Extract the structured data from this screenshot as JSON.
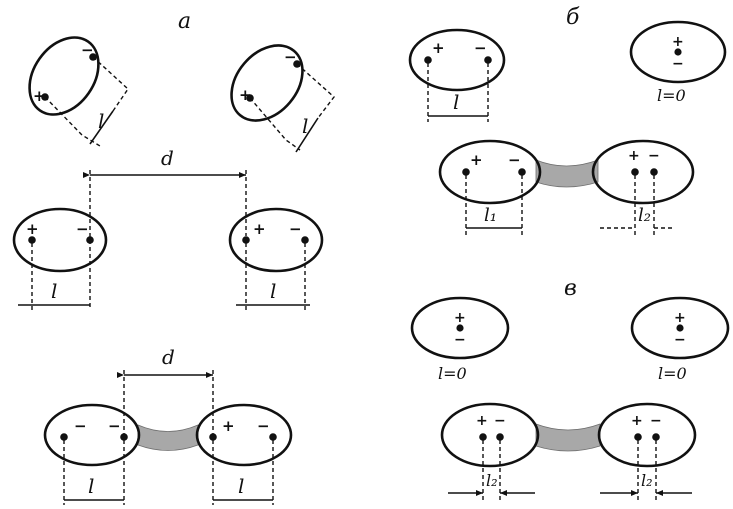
{
  "panels": {
    "a": {
      "label": "a"
    },
    "b": {
      "label": "б"
    },
    "c": {
      "label": "в"
    }
  },
  "charges": {
    "plus": "+",
    "minus": "−",
    "pm": "±"
  },
  "symbols": {
    "d": "d",
    "l": "l",
    "l_zero": "l=0",
    "l1": "l₁",
    "l2": "l₂"
  }
}
